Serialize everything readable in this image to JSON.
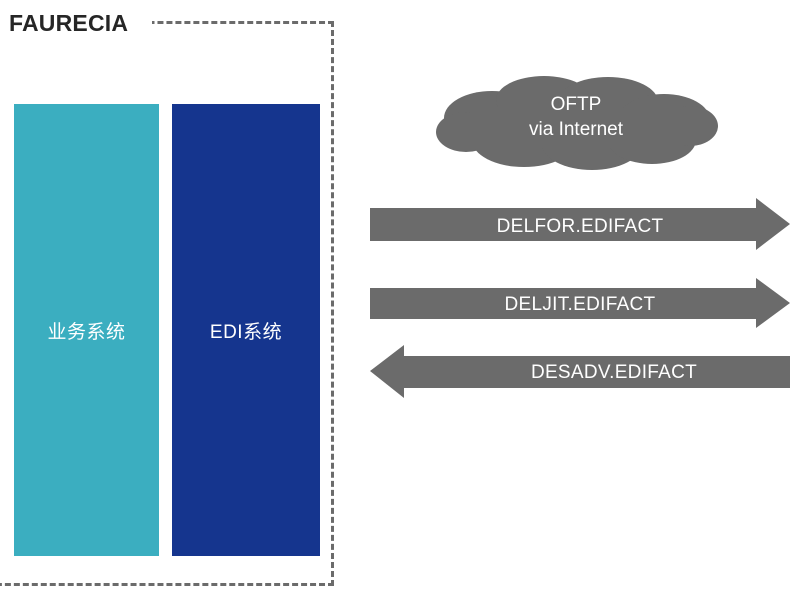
{
  "diagram": {
    "company_title": "FAURECIA",
    "boundary": {
      "name": "company-boundary",
      "style": "dashed"
    },
    "systems": [
      {
        "id": "business-system",
        "label": "业务系统",
        "color": "#3BAEC0"
      },
      {
        "id": "edi-system",
        "label": "EDI系统",
        "color": "#15358E"
      }
    ],
    "cloud": {
      "line1": "OFTP",
      "line2": "via Internet",
      "color": "#6B6B6B"
    },
    "flows": [
      {
        "id": "delfor",
        "label": "DELFOR.EDIFACT",
        "direction": "right",
        "color": "#6B6B6B"
      },
      {
        "id": "deljit",
        "label": "DELJIT.EDIFACT",
        "direction": "right",
        "color": "#6B6B6B"
      },
      {
        "id": "desadv",
        "label": "DESADV.EDIFACT",
        "direction": "left",
        "color": "#6B6B6B"
      }
    ],
    "colors": {
      "teal": "#3BAEC0",
      "blue": "#15358E",
      "gray": "#6B6B6B",
      "text_dark": "#262626",
      "background": "#FFFFFF"
    }
  }
}
